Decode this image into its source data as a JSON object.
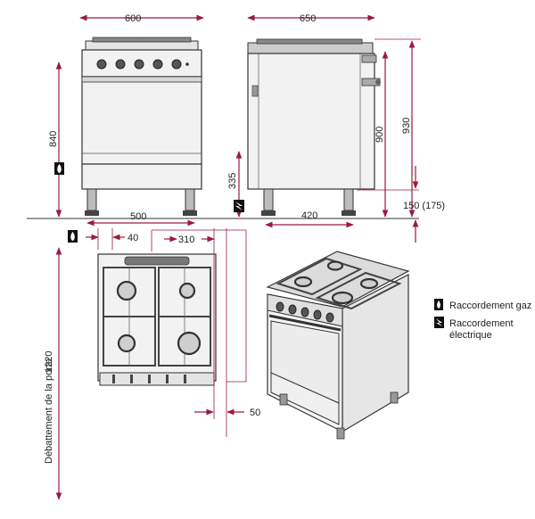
{
  "dimensions": {
    "front_width": "600",
    "side_depth": "650",
    "front_height": "840",
    "side_height_top": "930",
    "side_height_hob": "900",
    "top_depth": "500",
    "connection_offset": "40",
    "electric_height": "335",
    "feet_spacing": "420",
    "plinth_height": "150 (175)",
    "gas_offset": "310",
    "wall_gap": "50",
    "door_swing_value": "1220"
  },
  "labels": {
    "door_swing": "Débattement de la porte"
  },
  "legend": {
    "gas": "Raccordement gaz",
    "electric_line1": "Raccordement",
    "electric_line2": "électrique"
  },
  "colors": {
    "dimension_lines": "#9b1b3a"
  },
  "icons": {
    "gas": "gas-connection-icon",
    "electric": "electric-connection-icon"
  }
}
